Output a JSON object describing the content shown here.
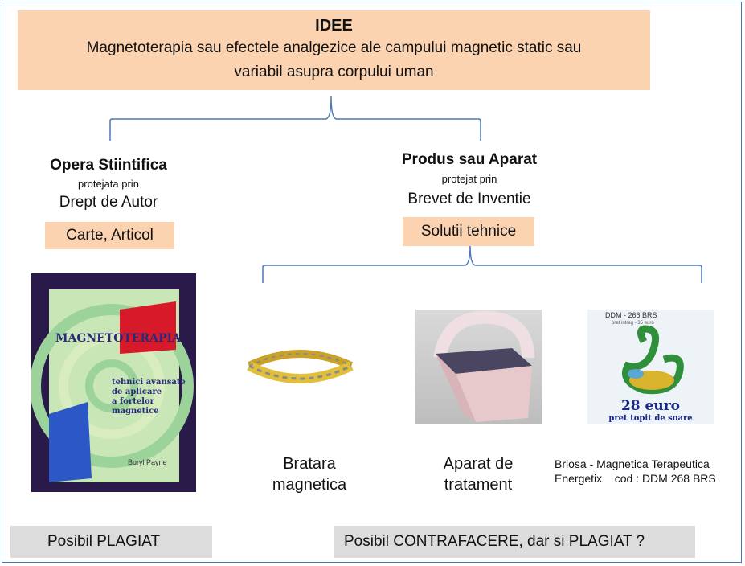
{
  "idea": {
    "title": "IDEE",
    "line1": "Magnetoterapia sau efectele analgezice ale campului magnetic static sau",
    "line2": "variabil asupra corpului uman"
  },
  "left_branch": {
    "title": "Opera Stiintifica",
    "protected": "protejata prin",
    "right": "Drept de Autor",
    "tag": "Carte, Articol",
    "book": {
      "title": "MAGNETOTERAPIA",
      "subtitle": [
        "tehnici avansate",
        "de aplicare",
        "a fortelor",
        "magnetice"
      ],
      "author": "Buryl Payne"
    },
    "result": "Posibil PLAGIAT"
  },
  "right_branch": {
    "title": "Produs sau Aparat",
    "protected": "protejat prin",
    "right": "Brevet de Inventie",
    "tag": "Solutii tehnice",
    "products": [
      {
        "caption_l1": "Bratara",
        "caption_l2": "magnetica"
      },
      {
        "caption_l1": "Aparat de",
        "caption_l2": "tratament"
      },
      {
        "caption_l1": "Briosa - Magnetica Terapeutica",
        "caption_l2": "Energetix    cod : DDM 268 BRS",
        "img_code": "DDM - 266 BRS",
        "img_price_small": "pret intreg - 35 euro",
        "img_price": "28 euro",
        "img_slogan": "pret topit de soare"
      }
    ],
    "result": "Posibil CONTRAFACERE, dar si PLAGIAT ?"
  },
  "colors": {
    "peach": "#fbd3b1",
    "gray": "#dcdcdc",
    "line": "#4a78b5"
  }
}
